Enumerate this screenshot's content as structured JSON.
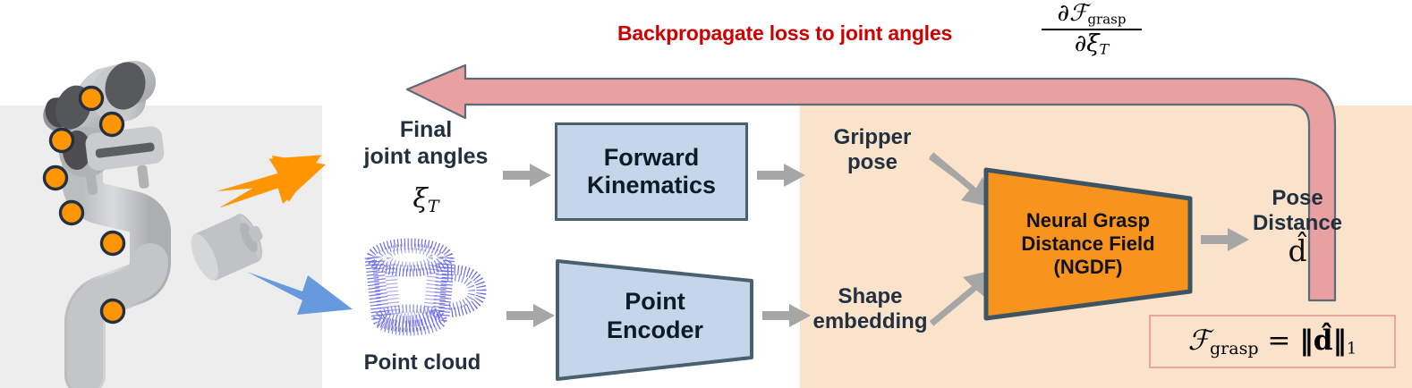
{
  "headline": {
    "text": "Backpropagate loss to joint angles",
    "color": "#cc0000",
    "gradient_numerator": "∂ℱ",
    "gradient_numerator_sub": "grasp",
    "gradient_denominator": "∂ξ",
    "gradient_denominator_sub": "T"
  },
  "sim_panel": {
    "background": "#ededed",
    "robot_joint_marker_color": "#FF9500",
    "robot_joint_marker_ring": "#22303f",
    "joint_marker_count": 7,
    "orange_arrow_color": "#FF9500",
    "blue_arrow_color": "#6699DD"
  },
  "labels": {
    "final_joint_angles": "Final\njoint angles",
    "final_joint_angles_line1": "Final",
    "final_joint_angles_line2": "joint angles",
    "xi_T_symbol": "ξ",
    "xi_T_sub": "T",
    "gripper_pose_line1": "Gripper",
    "gripper_pose_line2": "pose",
    "shape_embedding_line1": "Shape",
    "shape_embedding_line2": "embedding",
    "pose_distance_line1": "Pose",
    "pose_distance_line2": "Distance",
    "d_hat_symbol": "d̂",
    "point_cloud": "Point cloud"
  },
  "blocks": {
    "forward_kinematics_line1": "Forward",
    "forward_kinematics_line2": "Kinematics",
    "forward_kinematics_fill": "#c5d5ea",
    "forward_kinematics_stroke": "#48606f",
    "point_encoder_line1": "Point",
    "point_encoder_line2": "Encoder",
    "point_encoder_fill": "#c5d5ea",
    "point_encoder_stroke": "#48606f",
    "ngdf_line1": "Neural Grasp",
    "ngdf_line2": "Distance Field",
    "ngdf_line3": "(NGDF)",
    "ngdf_fill": "#F8941D",
    "ngdf_stroke": "#3f5463"
  },
  "ngdf_panel": {
    "background": "#fae3ca"
  },
  "formula": {
    "lhs": "ℱ",
    "lhs_sub": "grasp",
    "eq": " = ",
    "rhs": "‖d̂‖",
    "rhs_sub": "1",
    "full": "ℱgrasp = ‖d̂‖1",
    "border_color": "#e8a6a2"
  },
  "feedback_arrow": {
    "fill": "#e8a0a0",
    "stroke": "#5b6b78",
    "direction": "right-to-left-with-down-bend"
  },
  "flow_arrow_color": "#a6a6a6",
  "point_cloud_color": "#5a5ae0"
}
